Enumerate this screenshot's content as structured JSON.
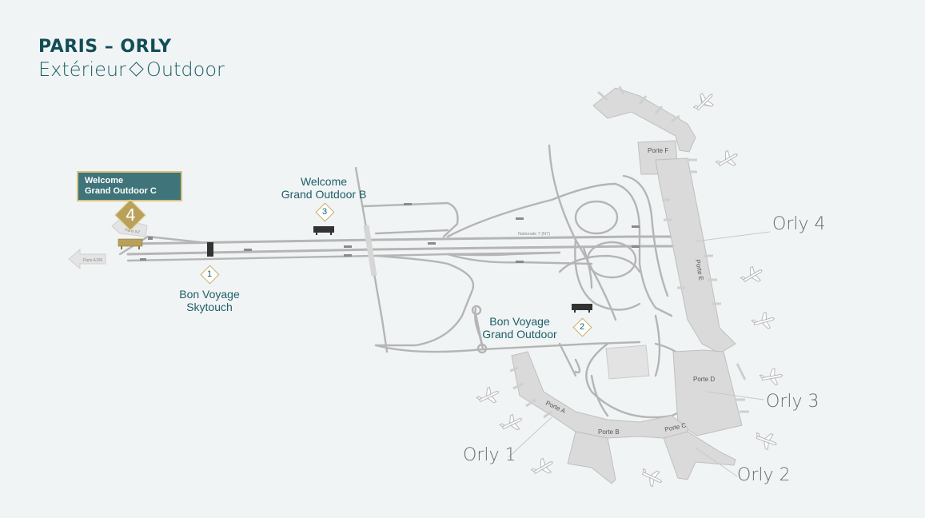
{
  "header": {
    "title": "PARIS – ORLY",
    "subtitle_fr": "Extérieur",
    "subtitle_en": "Outdoor"
  },
  "locations": {
    "welcome_c": {
      "line1": "Welcome",
      "line2": "Grand Outdoor C",
      "number": "4"
    },
    "welcome_b": {
      "line1": "Welcome",
      "line2": "Grand Outdoor B",
      "number": "3"
    },
    "bon_voyage_sky": {
      "line1": "Bon Voyage",
      "line2": "Skytouch",
      "number": "1"
    },
    "bon_voyage_go": {
      "line1": "Bon Voyage",
      "line2": "Grand Outdoor",
      "number": "2"
    }
  },
  "terminals": {
    "orly1": "Orly 1",
    "orly2": "Orly 2",
    "orly3": "Orly 3",
    "orly4": "Orly 4"
  },
  "gates": {
    "porte_a": "Porte A",
    "porte_b": "Porte B",
    "porte_c": "Porte C",
    "porte_d": "Porte D",
    "porte_e": "Porte E",
    "porte_f": "Porte F"
  },
  "roads": {
    "n7_main": "Nationale 7 (N7)",
    "n7_short": "Paris N7",
    "a106": "Paris A106"
  },
  "colors": {
    "primary": "#124d55",
    "gold": "#b9a15a",
    "road": "#b5b5b5",
    "building": "#d9d9d9"
  }
}
